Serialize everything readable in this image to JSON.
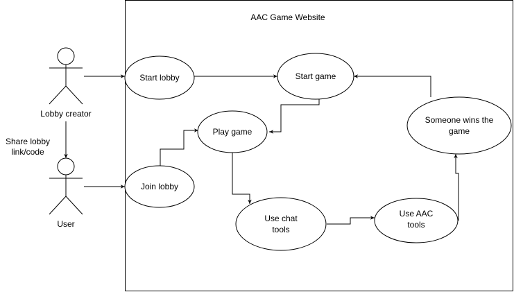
{
  "system": {
    "title": "AAC Game Website"
  },
  "actors": {
    "creator": {
      "label": "Lobby creator"
    },
    "user": {
      "label": "User"
    }
  },
  "use_cases": {
    "start_lobby": {
      "lines": [
        "Start lobby"
      ]
    },
    "start_game": {
      "lines": [
        "Start game"
      ]
    },
    "play_game": {
      "lines": [
        "Play game"
      ]
    },
    "join_lobby": {
      "lines": [
        "Join lobby"
      ]
    },
    "chat_tools": {
      "lines": [
        "Use chat",
        "tools"
      ]
    },
    "aac_tools": {
      "lines": [
        "Use AAC",
        "tools"
      ]
    },
    "someone_wins": {
      "lines": [
        "Someone wins the",
        "game"
      ]
    }
  },
  "share_label": {
    "lines": [
      "Share lobby",
      "link/code"
    ]
  },
  "colors": {
    "stroke": "#000000",
    "fill": "#ffffff",
    "text": "#000000"
  }
}
